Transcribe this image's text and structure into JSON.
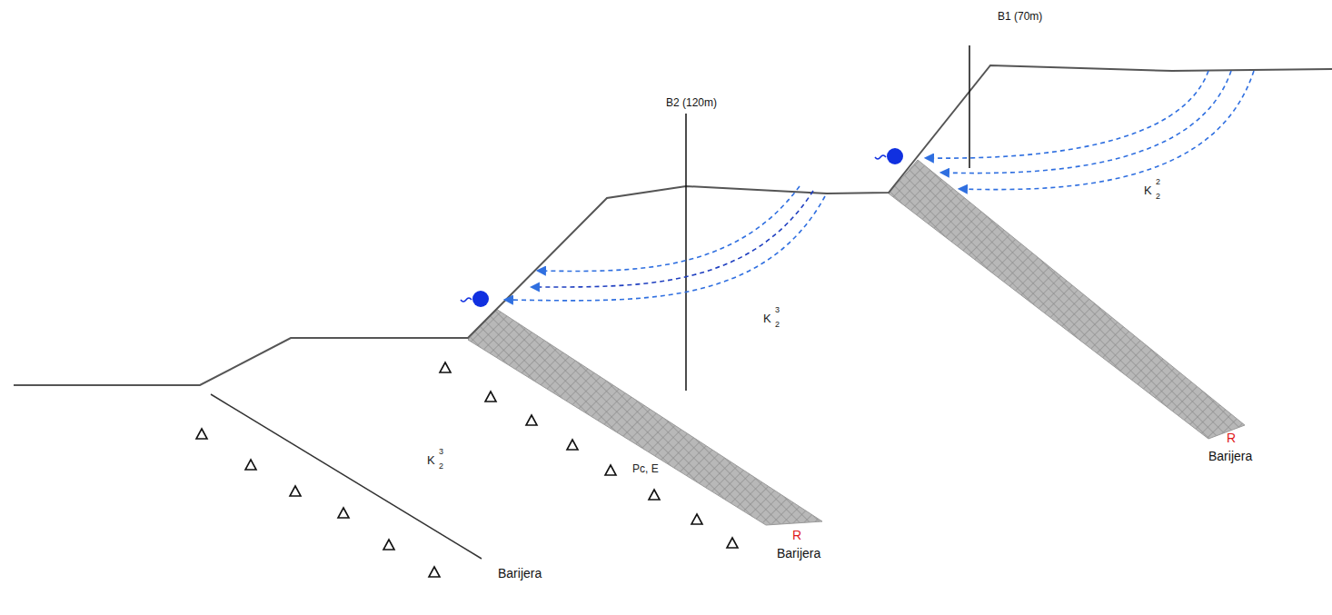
{
  "diagram": {
    "labels": [
      "B1 (70m)",
      "B2 (120m)",
      "K",
      "2",
      "2",
      "K",
      "3",
      "2",
      "K",
      "3",
      "2",
      "Pc, E",
      "R",
      "Barijera",
      "R",
      "Barijera",
      "Barijera"
    ]
  }
}
